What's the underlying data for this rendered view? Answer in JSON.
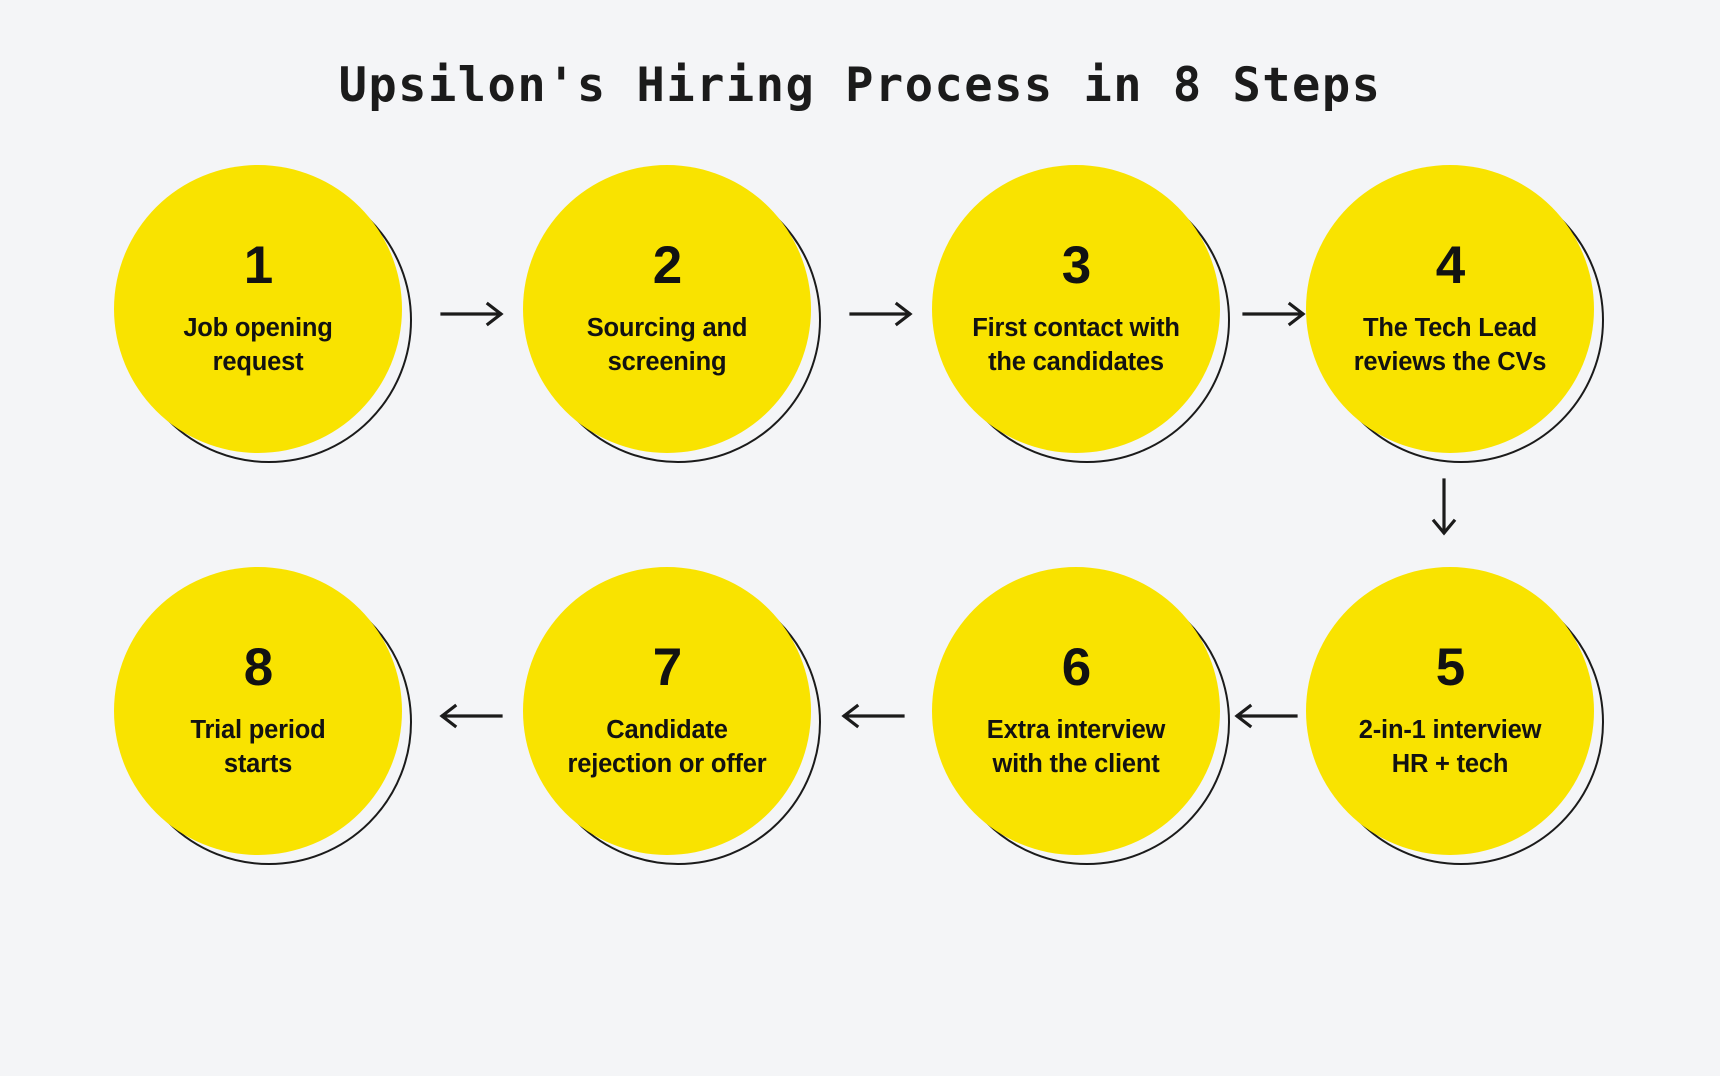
{
  "page": {
    "background_color": "#f4f5f7",
    "accent_color": "#f9e300",
    "text_color": "#121212",
    "outline_color": "#1b1b1b"
  },
  "header": {
    "title": "Upsilon's Hiring Process in 8 Steps"
  },
  "chart_data": {
    "type": "diagram",
    "title": "Upsilon's Hiring Process in 8 Steps",
    "layout": "two-row serpentine flow, 4 nodes per row",
    "steps": [
      {
        "number": "1",
        "label": "Job opening\nrequest"
      },
      {
        "number": "2",
        "label": "Sourcing and\nscreening"
      },
      {
        "number": "3",
        "label": "First contact with\nthe candidates"
      },
      {
        "number": "4",
        "label": "The Tech Lead\nreviews the CVs"
      },
      {
        "number": "5",
        "label": "2-in-1 interview\nHR + tech"
      },
      {
        "number": "6",
        "label": "Extra interview\nwith the client"
      },
      {
        "number": "7",
        "label": "Candidate\nrejection or offer"
      },
      {
        "number": "8",
        "label": "Trial period\nstarts"
      }
    ],
    "connectors": [
      {
        "from": "1",
        "to": "2",
        "direction": "right"
      },
      {
        "from": "2",
        "to": "3",
        "direction": "right"
      },
      {
        "from": "3",
        "to": "4",
        "direction": "right"
      },
      {
        "from": "4",
        "to": "5",
        "direction": "down"
      },
      {
        "from": "5",
        "to": "6",
        "direction": "left"
      },
      {
        "from": "6",
        "to": "7",
        "direction": "left"
      },
      {
        "from": "7",
        "to": "8",
        "direction": "left"
      }
    ]
  }
}
